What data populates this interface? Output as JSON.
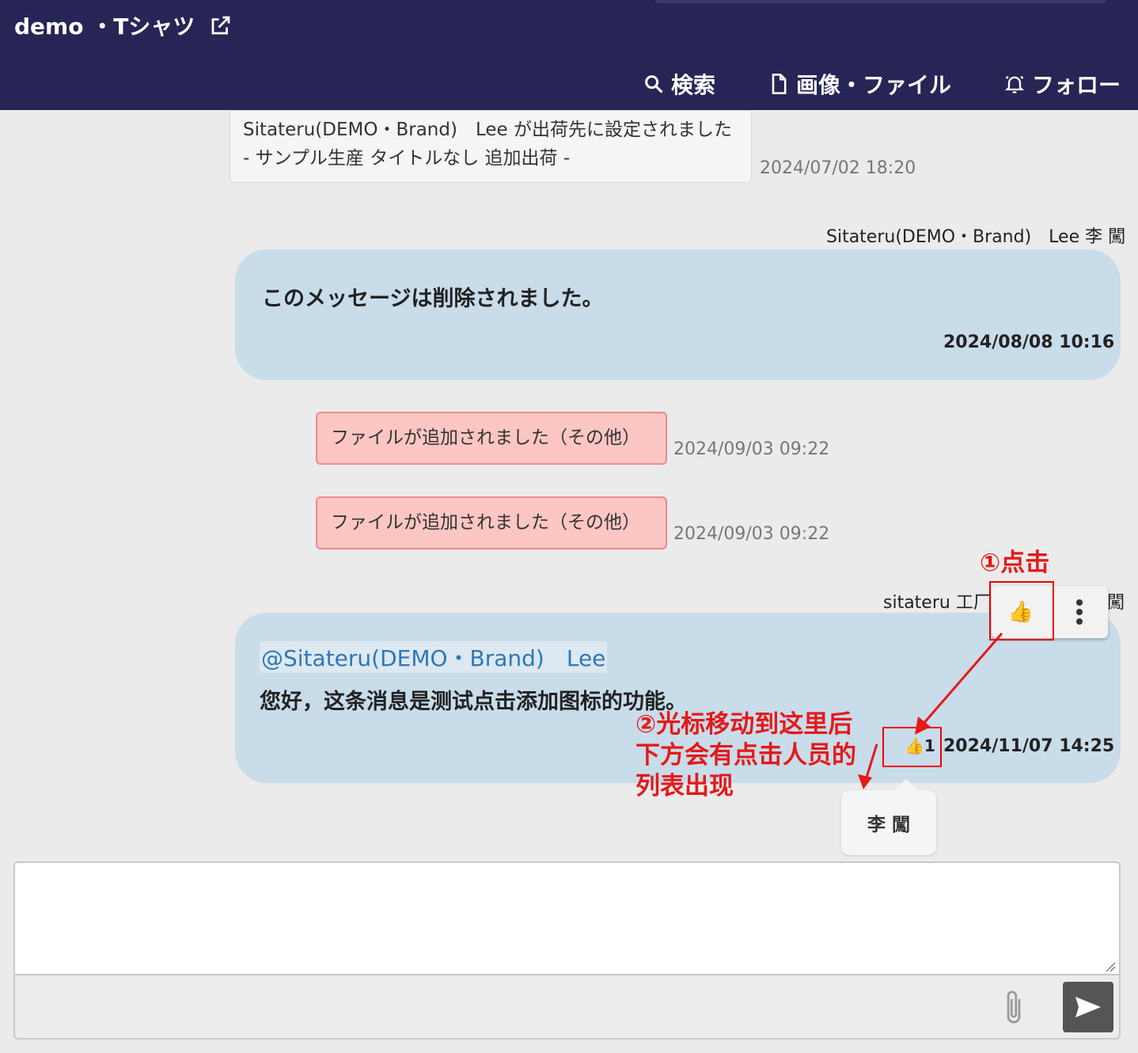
{
  "header": {
    "title": "demo ・Tシャツ",
    "nav": {
      "search": "検索",
      "files": "画像・ファイル",
      "follow": "フォロー"
    }
  },
  "messages": {
    "system": {
      "line1": "Sitateru(DEMO・Brand)　Lee が出荷先に設定されました",
      "line2": "- サンプル生産 タイトルなし 追加出荷 -",
      "time": "2024/07/02 18:20"
    },
    "deleted": {
      "sender": "Sitateru(DEMO・Brand)　Lee 李 闖",
      "text": "このメッセージは削除されました。",
      "time": "2024/08/08 10:16"
    },
    "file1": {
      "text": "ファイルが追加されました（その他）",
      "time": "2024/09/03 09:22"
    },
    "file2": {
      "text": "ファイルが追加されました（その他）",
      "time": "2024/09/03 09:22"
    },
    "liked": {
      "sender": "sitateru 工厂",
      "sender_tail": "闖",
      "mention": "@Sitateru(DEMO・Brand)　Lee",
      "text": "您好，这条消息是测试点击添加图标的功能。",
      "reaction_emoji": "👍",
      "reaction_count": "1",
      "time": "2024/11/07 14:25"
    }
  },
  "popover": {
    "thumb_emoji": "👍"
  },
  "tooltip": {
    "name": "李 闖"
  },
  "annotations": {
    "step1": "①点击",
    "step2_line1": "②光标移动到这里后",
    "step2_line2": "下方会有点击人员的",
    "step2_line3": "列表出现"
  },
  "composer": {
    "placeholder": ""
  },
  "colors": {
    "header_bg": "#262555",
    "bubble_bg": "#c9dcea",
    "file_msg_bg": "#fcc6c3",
    "annotation_red": "#e41919",
    "mention_blue": "#2d78b8"
  }
}
